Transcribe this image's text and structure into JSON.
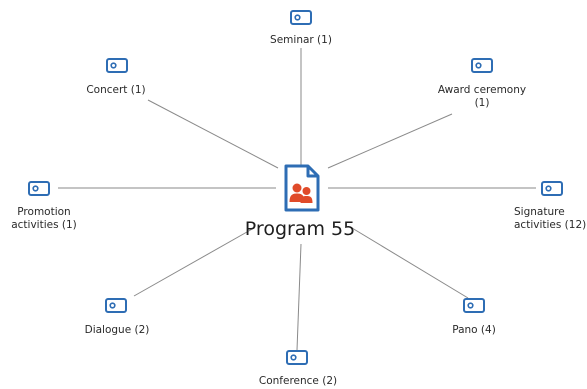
{
  "center": {
    "label": "Program 55",
    "icon": "program-document-icon",
    "accent_color": "#2e6db4",
    "figure_color": "#e04b2a"
  },
  "nodes": [
    {
      "id": "seminar",
      "label": "Seminar (1)",
      "icon": "tag-icon"
    },
    {
      "id": "award-ceremony",
      "label": "Award ceremony\n(1)",
      "icon": "tag-icon"
    },
    {
      "id": "signature-activities",
      "label": "Signature\nactivities (12)",
      "icon": "tag-icon"
    },
    {
      "id": "pano",
      "label": "Pano (4)",
      "icon": "tag-icon"
    },
    {
      "id": "conference",
      "label": "Conference (2)",
      "icon": "tag-icon"
    },
    {
      "id": "dialogue",
      "label": "Dialogue (2)",
      "icon": "tag-icon"
    },
    {
      "id": "promotion-activities",
      "label": "Promotion\nactivities (1)",
      "icon": "tag-icon"
    },
    {
      "id": "concert",
      "label": "Concert (1)",
      "icon": "tag-icon"
    }
  ],
  "colors": {
    "icon_stroke": "#2e6db4",
    "link": "#8a8a8a"
  }
}
